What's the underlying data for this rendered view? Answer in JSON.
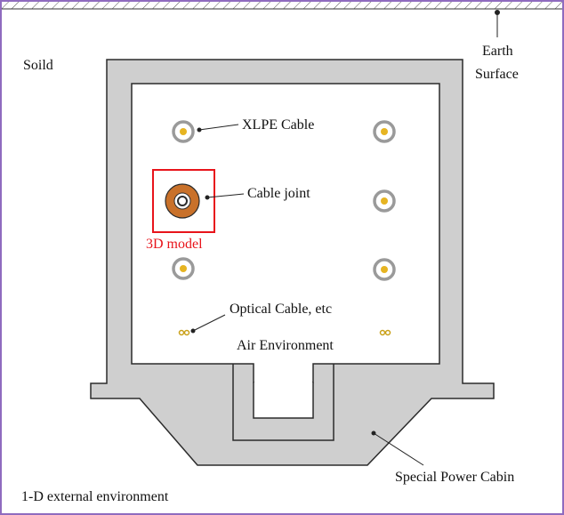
{
  "labels": {
    "soil": "Soild",
    "earth_surface_line1": "Earth",
    "earth_surface_line2": "Surface",
    "xlpe_cable": "XLPE Cable",
    "cable_joint": "Cable joint",
    "model_3d": "3D model",
    "optical_cable": "Optical Cable, etc",
    "air_environment": "Air Environment",
    "special_power_cabin": "Special Power Cabin",
    "external_env": "1-D external environment"
  },
  "colors": {
    "frame_border": "#8f6bbf",
    "concrete_fill": "#cfcfcf",
    "outline": "#2b2b2b",
    "cable_core": "#e6b422",
    "cable_ring": "#9a9a9a",
    "joint_fill": "#c9712a",
    "model_box": "#e8141b",
    "model_text": "#e8141b"
  },
  "icons": {
    "cable": "circle-cross-section",
    "joint": "concentric-rings",
    "optical": "double-dot"
  }
}
